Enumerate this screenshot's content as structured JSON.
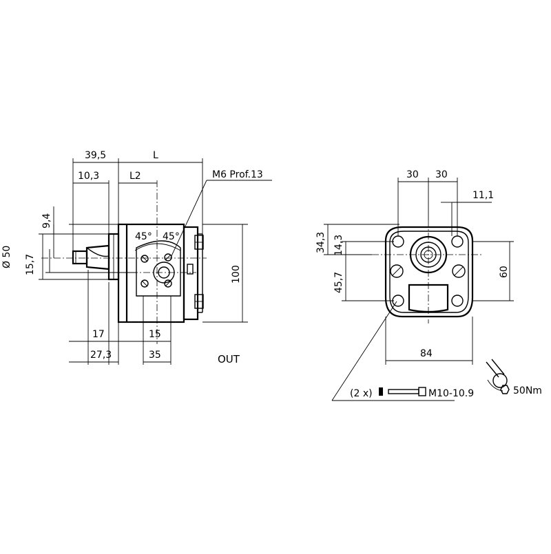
{
  "side_view": {
    "dims": {
      "d39_5": "39,5",
      "dL": "L",
      "d10_3": "10,3",
      "dL2": "L2",
      "dM6": "M6  Prof.13",
      "d9_4": "9,4",
      "dphi50": "Ø 50",
      "d15_7": "15,7",
      "d100": "100",
      "d17": "17",
      "d15": "15",
      "d27_3": "27,3",
      "d35": "35",
      "angle_left": "45°",
      "angle_right": "45°"
    },
    "port_label": "OUT"
  },
  "front_view": {
    "dims": {
      "d30a": "30",
      "d30b": "30",
      "d11_1": "11,1",
      "d34_3": "34,3",
      "d14_3": "14,3",
      "d45_7": "45,7",
      "d60": "60",
      "d84": "84"
    }
  },
  "fastener_note": {
    "qty": "(2 x)",
    "bolt": "M10-10.9",
    "torque": "50Nm"
  }
}
